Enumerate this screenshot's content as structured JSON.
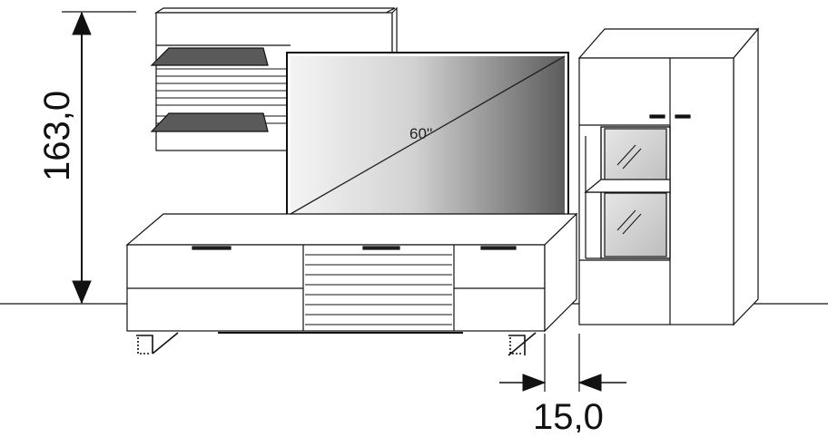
{
  "dimensions": {
    "height_label": "163,0",
    "gap_label": "15,0"
  },
  "tv": {
    "size_label": "60''"
  },
  "colors": {
    "line": "#111111",
    "shelf_fill": "#5a5a5a",
    "screen_dark": "#4a4a4a",
    "screen_light": "#f2f2f2",
    "glass": "#d8d8d8"
  }
}
